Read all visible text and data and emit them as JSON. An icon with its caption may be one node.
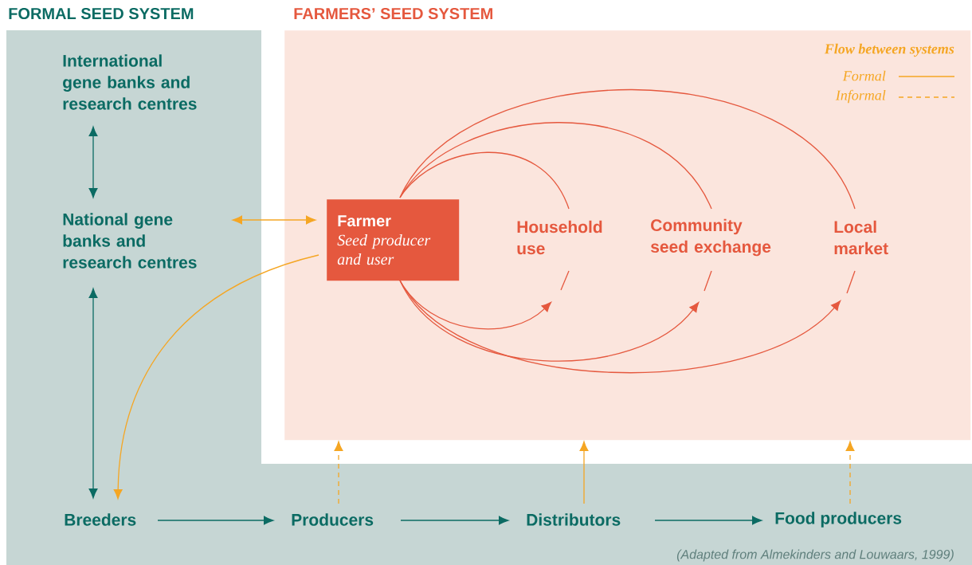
{
  "diagram": {
    "caption": "(Adapted from Almekinders and Louwaars, 1999)",
    "nodes": [
      {
        "text": [
          "FORMAL SEED SYSTEM"
        ]
      },
      {
        "text": [
          "International gene banks and research centres"
        ],
        "in": 0
      },
      {
        "text": [
          "National gene banks and research centres"
        ],
        "in": 0
      },
      {
        "text": [
          "FARMERS’ SEED SYSTEM"
        ]
      },
      {
        "text": [
          "Farmer",
          "Seed producer and user"
        ],
        "in": 3
      },
      {
        "text": [
          "Household use"
        ],
        "in": 3
      },
      {
        "text": [
          "Community seed exchange"
        ],
        "in": 3
      },
      {
        "text": [
          "Local market"
        ],
        "in": 3
      },
      {
        "text": [
          "Breeders"
        ],
        "in": 0
      },
      {
        "text": [
          "Producers"
        ],
        "in": 0
      },
      {
        "text": [
          "Distributors"
        ],
        "in": 0
      },
      {
        "text": [
          "Food producers"
        ],
        "in": 0
      }
    ],
    "edges": [
      {
        "from": 1,
        "to": 2,
        "arrow": "both",
        "color": "#0b6b63"
      },
      {
        "from": 2,
        "to": 4,
        "arrow": "both",
        "color": "#f5a623"
      },
      {
        "from": 4,
        "to": 8,
        "arrow": "to",
        "color": "#f5a623"
      },
      {
        "from": 2,
        "to": 8,
        "arrow": "both",
        "color": "#0b6b63"
      },
      {
        "from": 4,
        "to": 5,
        "arrow": "to",
        "color": "#e5583e"
      },
      {
        "from": 5,
        "to": 4,
        "arrow": "none",
        "color": "#e5583e"
      },
      {
        "from": 4,
        "to": 6,
        "arrow": "to",
        "color": "#e5583e"
      },
      {
        "from": 6,
        "to": 4,
        "arrow": "none",
        "color": "#e5583e"
      },
      {
        "from": 4,
        "to": 7,
        "arrow": "to",
        "color": "#e5583e"
      },
      {
        "from": 7,
        "to": 4,
        "arrow": "none",
        "color": "#e5583e"
      },
      {
        "from": 8,
        "to": 9,
        "arrow": "to",
        "color": "#0b6b63"
      },
      {
        "from": 9,
        "to": 10,
        "arrow": "to",
        "color": "#0b6b63"
      },
      {
        "from": 10,
        "to": 11,
        "arrow": "to",
        "color": "#0b6b63"
      },
      {
        "from": 9,
        "to": 3,
        "arrow": "to",
        "style": "dashed",
        "color": "#f5a623"
      },
      {
        "from": 10,
        "to": 3,
        "arrow": "to",
        "color": "#f5a623"
      },
      {
        "from": 11,
        "to": 3,
        "arrow": "to",
        "style": "dashed",
        "color": "#f5a623"
      }
    ],
    "labels": [
      "Flow between systems"
    ],
    "legend": [
      {
        "text": "Formal"
      },
      {
        "text": "Informal"
      }
    ]
  }
}
